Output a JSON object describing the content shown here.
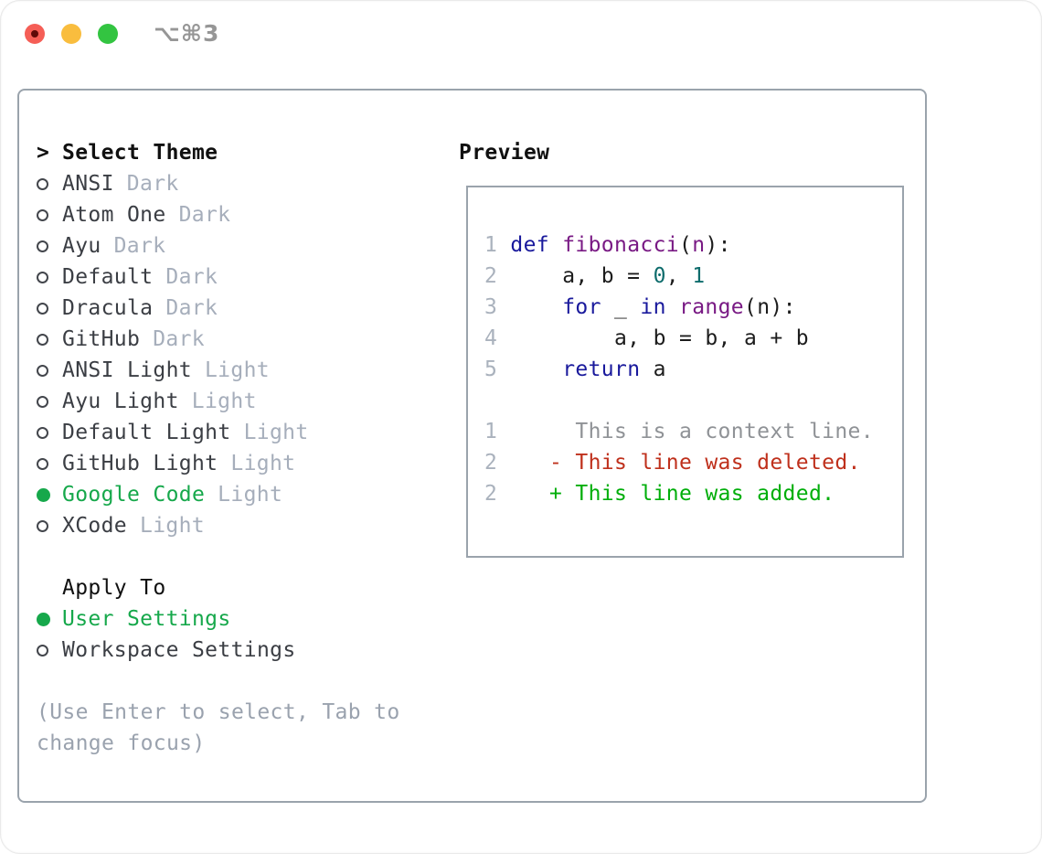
{
  "window": {
    "title": "⌥⌘3"
  },
  "traffic_lights": {
    "close_icon": "red-circle-with-dot",
    "minimize_icon": "yellow-circle",
    "zoom_icon": "green-circle"
  },
  "theme_panel": {
    "focus_cursor": ">",
    "header": "Select Theme",
    "themes": [
      {
        "name": "ANSI",
        "variant": "Dark",
        "selected": false
      },
      {
        "name": "Atom One",
        "variant": "Dark",
        "selected": false
      },
      {
        "name": "Ayu",
        "variant": "Dark",
        "selected": false
      },
      {
        "name": "Default",
        "variant": "Dark",
        "selected": false
      },
      {
        "name": "Dracula",
        "variant": "Dark",
        "selected": false
      },
      {
        "name": "GitHub",
        "variant": "Dark",
        "selected": false
      },
      {
        "name": "ANSI Light",
        "variant": "Light",
        "selected": false
      },
      {
        "name": "Ayu Light",
        "variant": "Light",
        "selected": false
      },
      {
        "name": "Default Light",
        "variant": "Light",
        "selected": false
      },
      {
        "name": "GitHub Light",
        "variant": "Light",
        "selected": false
      },
      {
        "name": "Google Code",
        "variant": "Light",
        "selected": true
      },
      {
        "name": "XCode",
        "variant": "Light",
        "selected": false
      }
    ],
    "apply_to": {
      "header": "Apply To",
      "options": [
        {
          "name": "User Settings",
          "selected": true
        },
        {
          "name": "Workspace Settings",
          "selected": false
        }
      ]
    },
    "hint": "(Use Enter to select, Tab to\nchange focus)"
  },
  "preview": {
    "header": "Preview",
    "code_lines": [
      [
        {
          "c": "num",
          "t": "1 "
        },
        {
          "c": "kw",
          "t": "def "
        },
        {
          "c": "fn",
          "t": "fibonacci"
        },
        {
          "c": "pl",
          "t": "("
        },
        {
          "c": "fn",
          "t": "n"
        },
        {
          "c": "pl",
          "t": "):"
        }
      ],
      [
        {
          "c": "num",
          "t": "2 "
        },
        {
          "c": "pl",
          "t": "    a, b = "
        },
        {
          "c": "lit",
          "t": "0"
        },
        {
          "c": "pl",
          "t": ", "
        },
        {
          "c": "lit",
          "t": "1"
        }
      ],
      [
        {
          "c": "num",
          "t": "3 "
        },
        {
          "c": "pl",
          "t": "    "
        },
        {
          "c": "kw",
          "t": "for"
        },
        {
          "c": "pl",
          "t": " _ "
        },
        {
          "c": "kw",
          "t": "in"
        },
        {
          "c": "pl",
          "t": " "
        },
        {
          "c": "fn",
          "t": "range"
        },
        {
          "c": "pl",
          "t": "(n):"
        }
      ],
      [
        {
          "c": "num",
          "t": "4 "
        },
        {
          "c": "pl",
          "t": "        a, b = b, a + b"
        }
      ],
      [
        {
          "c": "num",
          "t": "5 "
        },
        {
          "c": "pl",
          "t": "    "
        },
        {
          "c": "kw",
          "t": "return"
        },
        {
          "c": "pl",
          "t": " a"
        }
      ],
      [],
      [
        {
          "c": "num",
          "t": "1 "
        },
        {
          "c": "ctx",
          "t": "     This is a context line."
        }
      ],
      [
        {
          "c": "num",
          "t": "2 "
        },
        {
          "c": "del",
          "t": "   - This line was deleted."
        }
      ],
      [
        {
          "c": "num",
          "t": "2 "
        },
        {
          "c": "add",
          "t": "   + This line was added."
        }
      ]
    ]
  },
  "colors": {
    "panelBorder": "#9aa3ac",
    "headerText": "#101010",
    "themeName": "#3b3e44",
    "variantText": "#a6aebb",
    "circleOutline": "#43464c",
    "selectGreen": "#16a84b",
    "hintText": "#9aa2ae",
    "lineNum": "#aab2bd",
    "kw": "#19199c",
    "fn": "#791a84",
    "lit": "#0e6c6c",
    "pl": "#1c1c1c",
    "ctx": "#8f9296",
    "del": "#bf301c",
    "add": "#00ae0a",
    "titleGray": "#969696",
    "lightRed": "#f55e56",
    "lightRedDot": "#5e0a08",
    "lightYellow": "#f9bd3e",
    "lightGreen": "#33c441",
    "windowBg": "#ffffff"
  }
}
